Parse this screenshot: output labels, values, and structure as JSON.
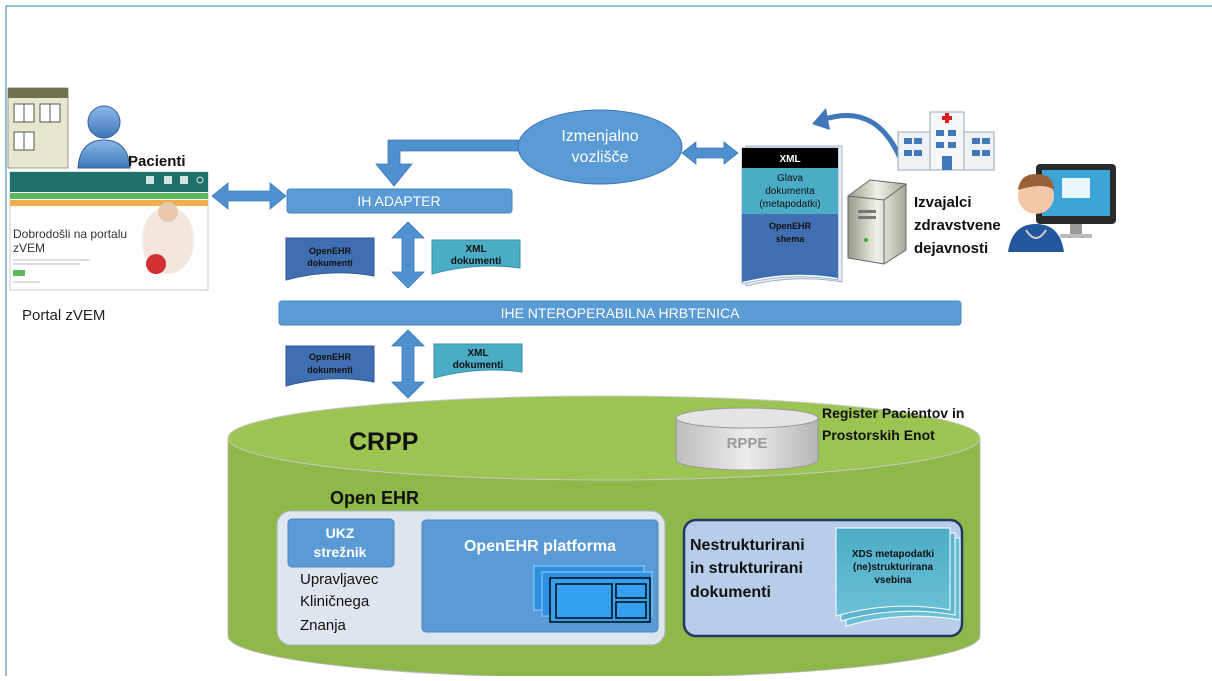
{
  "patients": {
    "label": "Pacienti"
  },
  "portal": {
    "caption": "Portal zVEM",
    "welcome_line1": "Dobrodošli na portalu",
    "welcome_line2": "zVEM"
  },
  "exchange_node": {
    "line1": "Izmenjalno",
    "line2": "vozlišče"
  },
  "ih_adapter": {
    "label": "IH ADAPTER"
  },
  "backbone": {
    "label": "IHE NTEROPERABILNA HRBTENICA"
  },
  "documents": {
    "openehr_line1": "OpenEHR",
    "openehr_line2": "dokumenti",
    "xml_line1": "XML",
    "xml_line2": "dokumenti"
  },
  "xml_doc": {
    "header": "XML",
    "glava_line1": "Glava",
    "glava_line2": "dokumenta",
    "glava_line3": "(metapodatki)",
    "schema_line1": "OpenEHR",
    "schema_line2": "shema"
  },
  "providers": {
    "line1": "Izvajalci",
    "line2": "zdravstvene",
    "line3": "dejavnosti"
  },
  "crpp": {
    "label": "CRPP"
  },
  "rppe": {
    "label": "RPPE"
  },
  "register": {
    "line1": "Register Pacientov in",
    "line2": "Prostorskih Enot"
  },
  "open_ehr": {
    "label": "Open EHR"
  },
  "ukz": {
    "line1": "UKZ",
    "line2": "strežnik",
    "desc1": "Upravljavec",
    "desc2": "Kliničnega",
    "desc3": "Znanja"
  },
  "platform": {
    "label": "OpenEHR  platforma"
  },
  "unstructured": {
    "line1": "Nestrukturirani",
    "line2": "in strukturirani",
    "line3": "dokumenti"
  },
  "xds": {
    "line1": "XDS metapodatki",
    "line2": "(ne)strukturirana",
    "line3": "vsebina"
  },
  "colors": {
    "bar_blue": "#5b9bd5",
    "doc_dark_blue": "#3f6fb0",
    "doc_teal": "#4bacc6",
    "cylinder_green": "#8fb84a",
    "frame_border": "#4f98c6"
  }
}
